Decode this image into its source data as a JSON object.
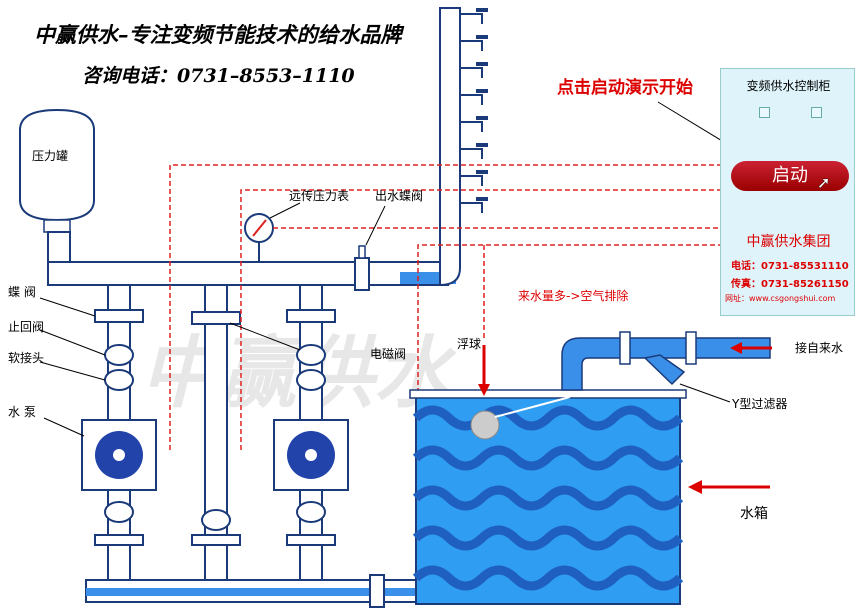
{
  "header": {
    "slogan": "中赢供水–专注变频节能技术的给水品牌",
    "hotline": "咨询电话：0731–8553–1110"
  },
  "demo_prompt": "点击启动演示开始",
  "labels": {
    "pressure_tank": "压力罐",
    "gauge": "远传压力表",
    "outlet_valve": "出水蝶阀",
    "butterfly_valve": "蝶 阀",
    "check_valve": "止回阀",
    "soft_joint": "软接头",
    "pump": "水 泵",
    "solenoid_valve": "电磁阀",
    "float_ball": "浮球",
    "tap_water": "接自来水",
    "y_filter": "Y型过滤器",
    "water_tank": "水箱",
    "air_vent": "来水量多->空气排除"
  },
  "control_panel": {
    "title": "变频供水控制柜",
    "start_button": "启动",
    "company": "中赢供水集团",
    "tel": "电话：0731-85531110",
    "fax": "传真：0731-85261150",
    "website": "网址：www.csgongshui.com"
  },
  "watermark": "中赢供水",
  "colors": {
    "pipe": "#3a8fe8",
    "pipe_outline": "#1a3a7a",
    "signal": "#dd2222",
    "tank_fill": "#2f9ef2",
    "wave": "#1f5fbf"
  }
}
